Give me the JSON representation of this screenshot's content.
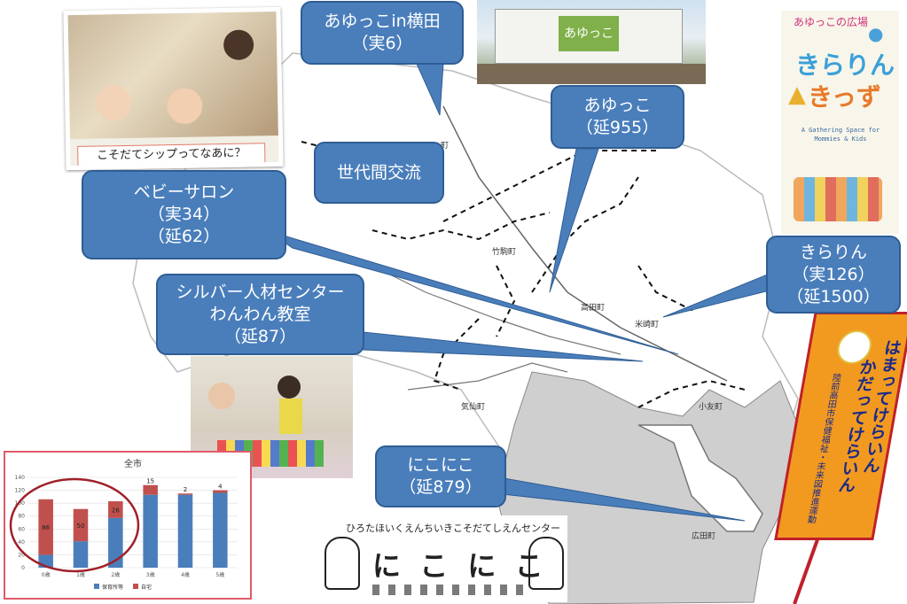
{
  "callouts": {
    "yokota": {
      "line1": "あゆっこin横田",
      "line2": "（実6）"
    },
    "ayukko": {
      "line1": "あゆっこ",
      "line2": "（延955）"
    },
    "sedai": {
      "line1": "世代間交流"
    },
    "baby": {
      "line1": "ベビーサロン",
      "line2": "（実34）",
      "line3": "（延62）"
    },
    "silver": {
      "line1": "シルバー人材センター",
      "line2": "わんわん教室",
      "line3": "（延87）"
    },
    "kirarin": {
      "line1": "きらりん",
      "line2": "（実126）",
      "line3": "（延1500）"
    },
    "nikoniko": {
      "line1": "にこにこ",
      "line2": "（延879）"
    }
  },
  "towns": {
    "takekoma": "竹駒町",
    "takata": "高田町",
    "yonesaki": "米崎町",
    "kesen": "気仙町",
    "otomo": "小友町",
    "hirota": "広田町",
    "yokota_mark": "町"
  },
  "photo_caption": "こそだてシップってなあに？",
  "ayukko_sign": "あゆっこ",
  "kirari": {
    "top": "あゆっこの広場",
    "title1": "きらりん",
    "title2": "きっず",
    "sub": "A Gathering Space for Mommies & Kids"
  },
  "banner": {
    "main1": "はまってけらいん",
    "main2": "かだってけらいん",
    "side": "陸前高田市保健福祉・未来図推進運動"
  },
  "nikoniko_logo": {
    "top": "ひろたほいくえんちいきこそだてしえんセンター",
    "main": "にこにこ"
  },
  "chart_data": {
    "type": "bar",
    "title": "全市",
    "categories": [
      "0歳",
      "1歳",
      "2歳",
      "3歳",
      "4歳",
      "5歳"
    ],
    "series": [
      {
        "name": "保育所等",
        "values": [
          20,
          41,
          77,
          113,
          113,
          116
        ],
        "color": "#4a7ebb"
      },
      {
        "name": "自宅",
        "values": [
          86,
          50,
          26,
          15,
          2,
          4
        ],
        "color": "#c0504d"
      }
    ],
    "ylim": [
      0,
      140
    ],
    "yticks": [
      0,
      20,
      40,
      60,
      80,
      100,
      120,
      140
    ],
    "data_labels": [
      "86",
      "50",
      "26",
      "15",
      "2",
      "4"
    ],
    "legend": "bottom"
  }
}
